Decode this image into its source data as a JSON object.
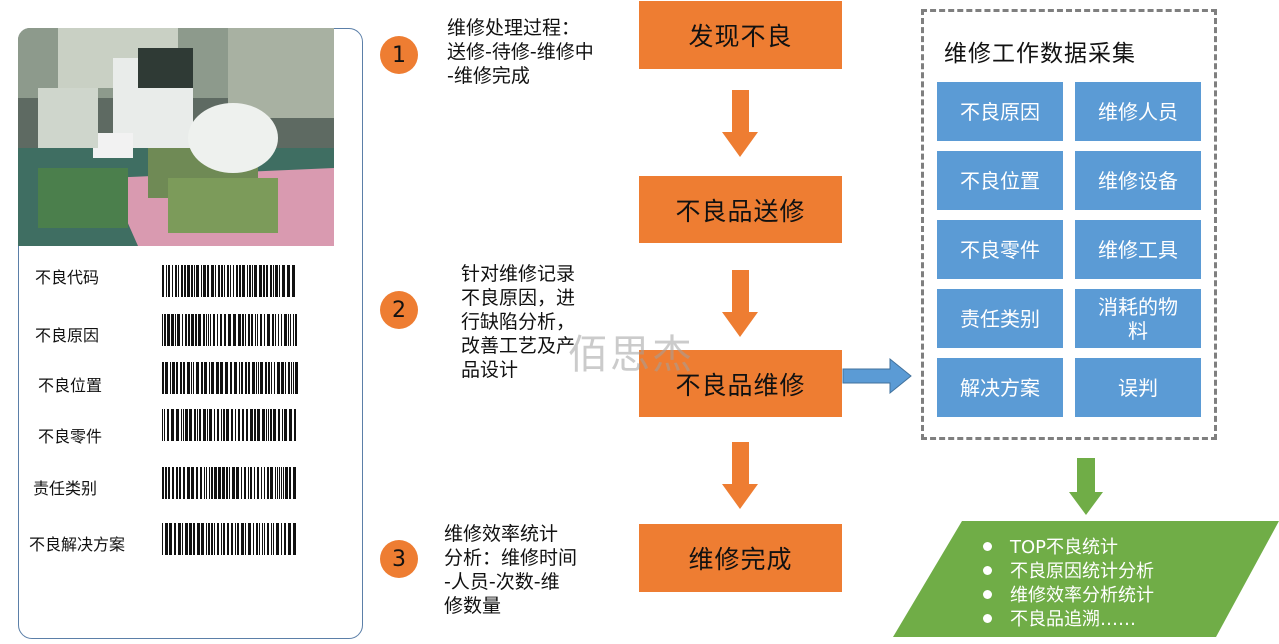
{
  "left_panel": {
    "code_labels": [
      "不良代码",
      "不良原因",
      "不良位置",
      "不良零件",
      "责任类别",
      "不良解决方案"
    ]
  },
  "steps": [
    {
      "number": "1",
      "text": "维修处理过程：\n送修-待修-维修中\n-维修完成"
    },
    {
      "number": "2",
      "text": "针对维修记录\n不良原因，进\n行缺陷分析，\n改善工艺及产\n品设计"
    },
    {
      "number": "3",
      "text": "维修效率统计\n分析：维修时间\n-人员-次数-维\n修数量"
    }
  ],
  "flow": [
    "发现不良",
    "不良品送修",
    "不良品维修",
    "维修完成"
  ],
  "collection": {
    "title": "维修工作数据采集",
    "cells": [
      "不良原因",
      "维修人员",
      "不良位置",
      "维修设备",
      "不良零件",
      "维修工具",
      "责任类别",
      "消耗的物\n料",
      "解决方案",
      "误判"
    ]
  },
  "results": [
    "TOP不良统计",
    "不良原因统计分析",
    "维修效率分析统计",
    "不良品追溯……"
  ],
  "watermark": "佰思杰",
  "colors": {
    "flow_box": "#ee7d32",
    "cell": "#5b9bd5",
    "result_box": "#70ad47",
    "arrow_orange": "#ee7d32",
    "arrow_blue": "#5b9bd5",
    "arrow_green": "#70ad47"
  }
}
